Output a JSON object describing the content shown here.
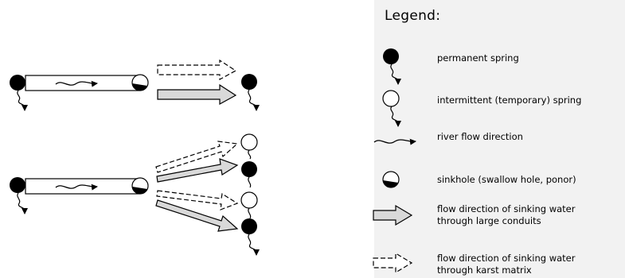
{
  "legend": {
    "title": "Legend:",
    "items": {
      "permanent_spring": {
        "label": "permanent spring",
        "icon": "filled-spring-icon"
      },
      "intermittent_spring": {
        "label": "intermittent (temporary) spring",
        "icon": "hollow-spring-icon"
      },
      "river_flow": {
        "label": "river flow direction",
        "icon": "wavy-arrow-icon"
      },
      "sinkhole": {
        "label": "sinkhole (swallow hole, ponor)",
        "icon": "sinkhole-icon"
      },
      "large_conduits": {
        "label_line1": "flow direction of sinking water",
        "label_line2": "through large conduits",
        "icon": "solid-flow-arrow-icon"
      },
      "karst_matrix": {
        "label_line1": "flow direction of sinking water",
        "label_line2": "through karst matrix",
        "icon": "dashed-flow-arrow-icon"
      }
    }
  },
  "colors": {
    "background": "#ffffff",
    "legend_panel": "#f2f2f2",
    "ink": "#000000",
    "conduit_arrow_fill": "#d9d9d9"
  }
}
